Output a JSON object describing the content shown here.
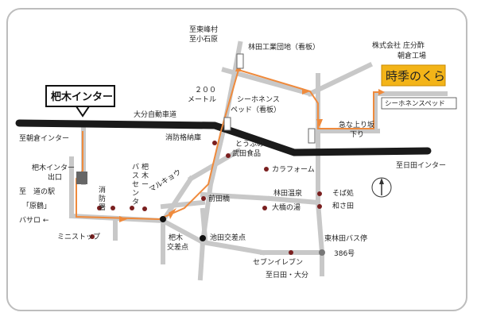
{
  "labels": {
    "north_route": "至東峰村",
    "north_route2": "至小石原",
    "rinda_estate": "林田工業団地（看板）",
    "company_name": "株式会社 庄分酢",
    "factory_name": "朝倉工場",
    "logo_text": "時季のくら",
    "sign_right": "シーホネンスペッド",
    "interchange": "杷木インター",
    "distance": "２００",
    "distance_unit": "メートル",
    "seahonens_sign": "シーホネンス",
    "seahonens_sign2": "ペッド（看板）",
    "expressway": "大分自動車道",
    "to_asakura_ic": "至朝倉インター",
    "fire_storage": "消防格納庫",
    "steep_slope": "急な上り坂",
    "slope_down": "下り",
    "to_hita_ic": "至日田インター",
    "ic_exit": "杷木インター",
    "ic_exit2": "出口",
    "bus_center1": "バ",
    "bus_center2": "ス",
    "bus_center3": "セ",
    "bus_center4": "ン",
    "bus_center5": "タ",
    "bus_center6": "ー",
    "bus_center_a": "杷",
    "bus_center_b": "木",
    "tofu_shop": "とうふの",
    "tofu_shop2": "武田食品",
    "kara_foam": "カラフォーム",
    "michi_no_eki": "至　道の駅",
    "harazuru": "「原鶴」",
    "basaro": "バサロ  ←",
    "fire_station1": "消",
    "fire_station2": "防",
    "fire_station3": "署",
    "marukyo": "マルキョウ",
    "maedabashi": "前田橋",
    "onsen": "林田温泉",
    "onsen2": "大橋の湯",
    "soba": "そば処",
    "soba2": "和さ田",
    "ministop": "ミニストップ",
    "haki_crossing": "杷木",
    "haki_crossing2": "交差点",
    "ikeda_crossing": "池田交差点",
    "bus_stop": "東林田バス停",
    "bus_stop_no": "386号",
    "seven_eleven": "セブンイレブン",
    "to_hita_oita": "至日田・大分"
  },
  "colors": {
    "route": "#ef8a3c",
    "road": "#c8c8c8",
    "expressway": "#1a1a1a",
    "logo_bg": "#f3b418",
    "poi": "#7a1f1f"
  },
  "icons": {
    "poi": "dot-icon",
    "north": "compass-icon",
    "sign": "signboard-icon"
  }
}
